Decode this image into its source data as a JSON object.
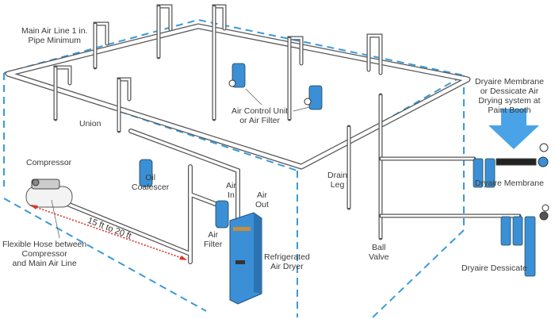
{
  "diagram": {
    "title": "Compressed Air Piping Layout",
    "colors": {
      "room_outline": "#3a9ad9",
      "pipe": "#555555",
      "equipment_blue": "#3b8fd6",
      "distance_arrow": "#d9352a",
      "callout_arrow": "#4aa3e6"
    },
    "labels": {
      "main_air_line": [
        "Main Air Line 1 in.",
        "Pipe Minimum"
      ],
      "union": "Union",
      "air_control_unit": [
        "Air Control Unit",
        "or Air Filter"
      ],
      "dryaire_callout": [
        "Dryaire Membrane",
        "or Dessicate Air",
        "Drying system at",
        "Paint Booth"
      ],
      "compressor": "Compressor",
      "oil_coalescer": [
        "Oil",
        "Coalescer"
      ],
      "air_in": [
        "Air",
        "In"
      ],
      "air_out": [
        "Air",
        "Out"
      ],
      "air_filter": [
        "Air",
        "Filter"
      ],
      "refrigerated_air_dryer": [
        "Refrigerated",
        "Air Dryer"
      ],
      "drain_leg": [
        "Drain",
        "Leg"
      ],
      "ball_valve": [
        "Ball",
        "Valve"
      ],
      "dryaire_membrane": "Dryaire Membrane",
      "dryaire_dessicate": "Dryaire Dessicate",
      "flexible_hose": [
        "Flexible Hose between",
        "Compressor",
        "and Main Air Line"
      ],
      "distance": "15 ft to 20 ft"
    }
  }
}
